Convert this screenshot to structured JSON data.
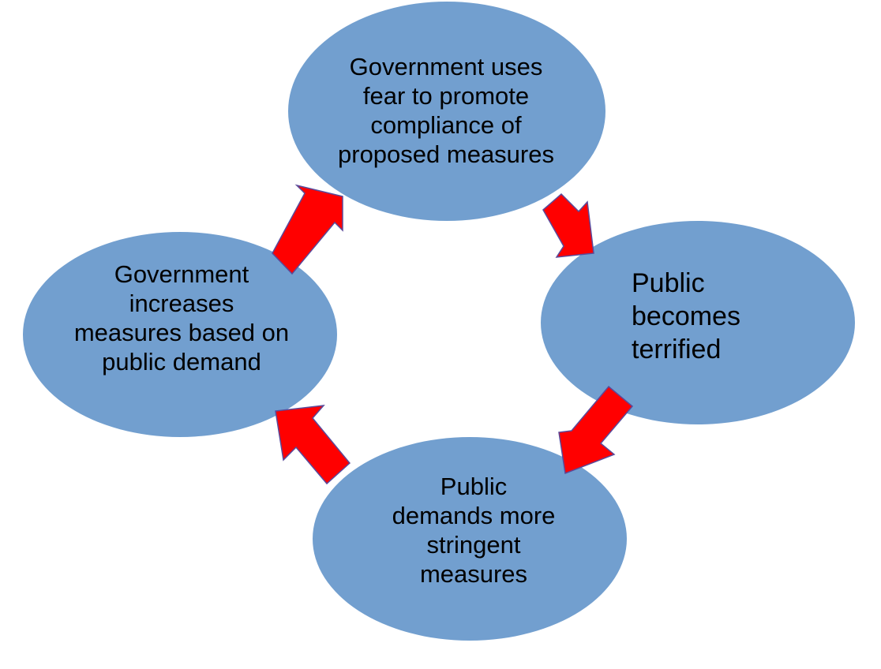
{
  "colors": {
    "node_fill": "#729fcf",
    "arrow_fill": "#ff0000",
    "arrow_stroke": "#5a4a9a",
    "text": "#000000"
  },
  "nodes": {
    "top": {
      "lines": [
        "Government uses",
        "fear to promote",
        "compliance of",
        "proposed measures"
      ]
    },
    "right": {
      "lines": [
        "Public",
        "becomes",
        "terrified"
      ]
    },
    "bottom": {
      "lines": [
        "Public",
        "demands more",
        "stringent",
        "measures"
      ]
    },
    "left": {
      "lines": [
        "Government",
        "increases",
        "measures based on",
        "public demand"
      ]
    }
  }
}
